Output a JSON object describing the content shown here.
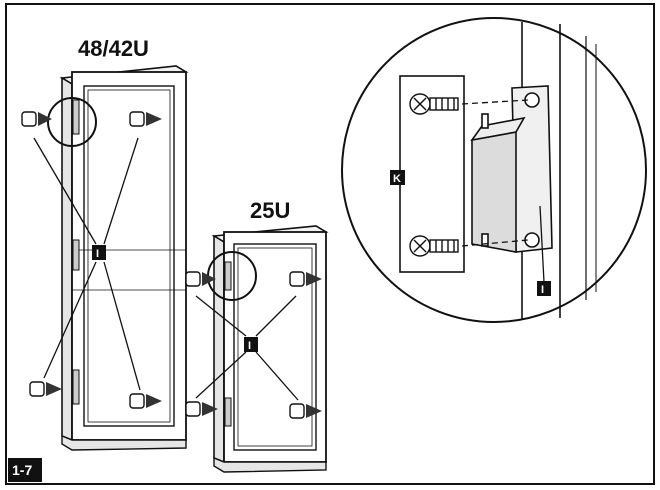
{
  "figure": {
    "step_label": "1-7",
    "large_rack_label": "48/42U",
    "small_rack_label": "25U",
    "part_callout_i": "I",
    "part_callout_k": "K"
  },
  "colors": {
    "ink": "#111111",
    "paper": "#ffffff",
    "tag_fill": "#111111"
  },
  "icons": [
    "screw-icon",
    "hinge-bracket-icon",
    "arrow-icon",
    "magnifier-circle"
  ]
}
